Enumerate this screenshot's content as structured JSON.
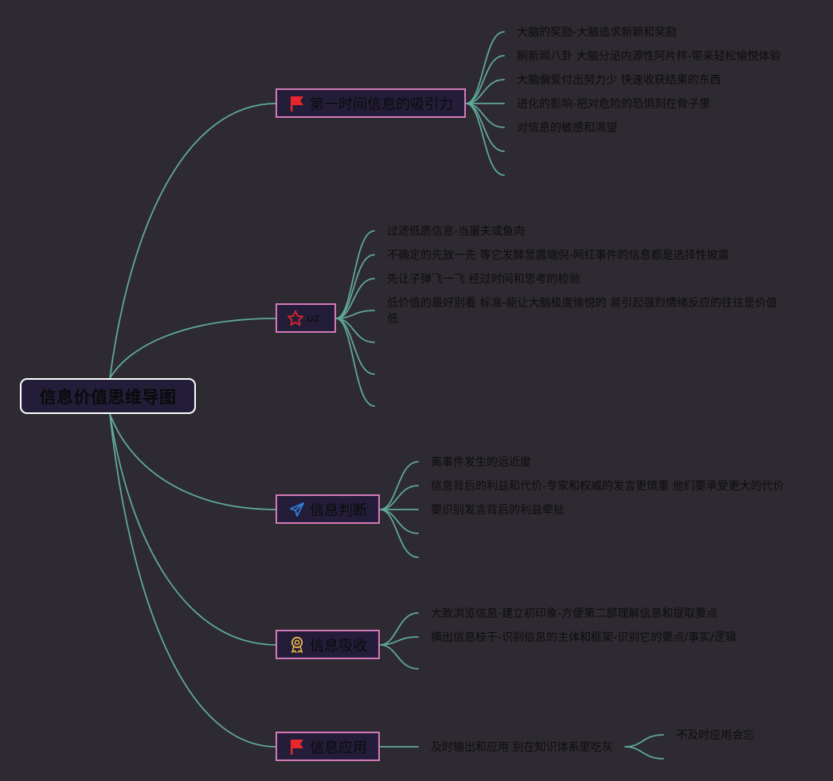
{
  "root": {
    "title": "信息价值思维导图"
  },
  "branches": [
    {
      "label": "第一时间信息的吸引力",
      "icon": "red-flag-icon",
      "leaves": [
        "大脑的奖励-大脑追求新颖和奖励",
        "刷新闻八卦 大脑分泌内源性阿片样-带来轻松愉悦体验",
        "大脑偏爱付出努力少 快速收获结果的东西",
        "进化的影响-把对危险的恐惧刻在骨子里",
        "对信息的敏感和渴望",
        "",
        ""
      ]
    },
    {
      "label": "uz",
      "icon": "star-icon",
      "leaves": [
        "过滤低质信息-当屠夫或鱼肉",
        "不确定的先放一先 等它发酵显露端倪-网红事件的信息都是选择性披露",
        "先让子弹飞一飞 经过时间和思考的检验",
        "低价值的最好别看 标准-能让大脑极度愉悦的 易引起强烈情绪反应的往往是价值低",
        "",
        "",
        ""
      ]
    },
    {
      "label": "信息判断",
      "icon": "paper-plane-icon",
      "leaves": [
        "离事件发生的远近度",
        "信息背后的利益和代价-专家和权威的发言更慎重 他们要承受更大的代价",
        "要识别发言背后的利益牵扯",
        "",
        ""
      ]
    },
    {
      "label": "信息吸收",
      "icon": "award-ribbon-icon",
      "leaves": [
        "大致浏览信息-建立初印象-方便第二部理解信息和提取要点",
        "摘出信息枝干-识别信息的主体和框架-识别它的要点/事实/逻辑",
        ""
      ]
    },
    {
      "label": "信息应用",
      "icon": "red-flag-icon",
      "leaves": [
        "及时输出和应用 别在知识体系里吃灰"
      ],
      "sub_leaves": [
        "不及时应用会忘",
        ""
      ]
    }
  ],
  "colors": {
    "background": "#2e2a31",
    "connector": "#5fa89a",
    "node_border": "#d37ab9",
    "node_fill": "#241d3a",
    "root_border": "#ffffff",
    "flag": "#e8262b",
    "star": "#e8262b",
    "plane": "#2f7fd6",
    "award": "#e9b54a"
  }
}
